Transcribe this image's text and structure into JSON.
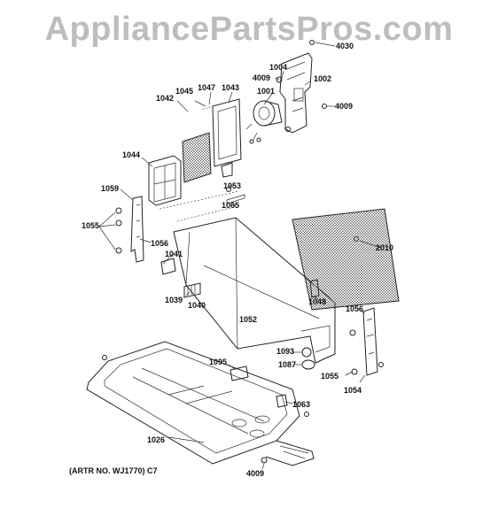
{
  "watermark": "AppliancePartsPros.com",
  "reference_note": "(ARTR NO. WJ1770) C7",
  "labels": {
    "p4030": "4030",
    "p1004": "1004",
    "p4009a": "4009",
    "p1002": "1002",
    "p1001": "1001",
    "p4009b": "4009",
    "p1047": "1047",
    "p1045": "1045",
    "p1043": "1043",
    "p1042": "1042",
    "p1044": "1044",
    "p1053": "1053",
    "p1065": "1065",
    "p1059": "1059",
    "p1055a": "1055",
    "p1056a": "1056",
    "p1041": "1041",
    "p2010": "2010",
    "p1039": "1039",
    "p1040": "1040",
    "p1048": "1048",
    "p1052": "1052",
    "p1056b": "1056",
    "p1093": "1093",
    "p1087": "1087",
    "p1095": "1095",
    "p1055b": "1055",
    "p1054": "1054",
    "p1063": "1063",
    "p1026": "1026",
    "p4009c": "4009"
  }
}
